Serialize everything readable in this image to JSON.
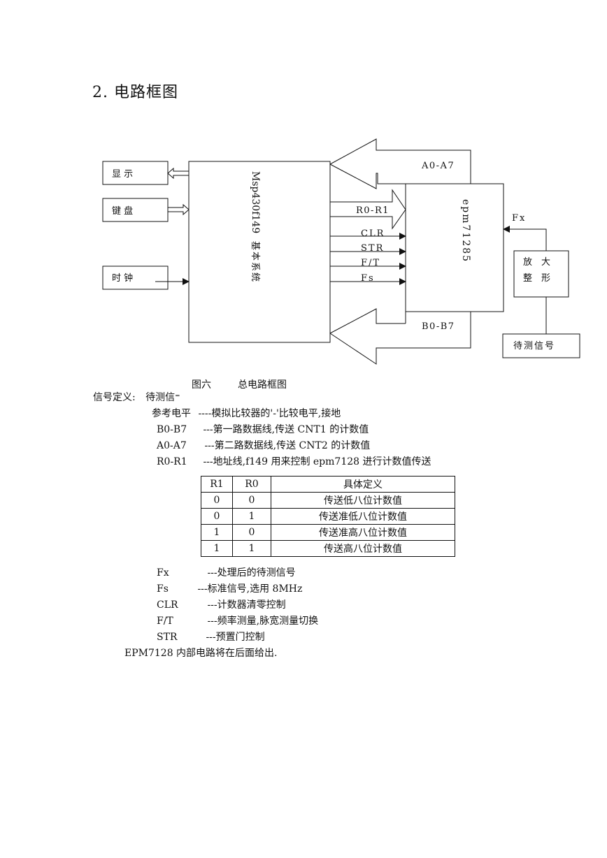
{
  "title": "2. 电路框图",
  "diagram": {
    "display": "显 示",
    "keyboard": "键 盘",
    "clock": "时 钟",
    "msp_label": "Msp430f149",
    "msp_sub": "基本系统",
    "epm_label": "epm71285",
    "a_bus": "A0-A7",
    "b_bus": "B0-B7",
    "r_bus": "R0-R1",
    "clr": "CLR",
    "str": "STR",
    "ft": "F/T",
    "fs": "Fs",
    "fx": "Fx",
    "amp_line1": "放　大",
    "amp_line2": "整　形",
    "signal": "待测信号"
  },
  "caption": {
    "figure": "图六",
    "name": "总电路框图"
  },
  "definitions": {
    "header": "信号定义:",
    "header_item": "待测信⁼",
    "items": [
      {
        "key": "参考电平",
        "desc": "----模拟比较器的'-'比较电平,接地"
      },
      {
        "key": "B0-B7",
        "desc": "---第一路数据线,传送 CNT1 的计数值"
      },
      {
        "key": "A0-A7",
        "desc": "---第二路数据线,传送 CNT2 的计数值"
      },
      {
        "key": "R0-R1",
        "desc": "---地址线,f149 用来控制 epm7128 进行计数值传送"
      }
    ]
  },
  "table": {
    "headers": [
      "R1",
      "R0",
      "具体定义"
    ],
    "rows": [
      [
        "0",
        "0",
        "传送低八位计数值"
      ],
      [
        "0",
        "1",
        "传送准低八位计数值"
      ],
      [
        "1",
        "0",
        "传送准高八位计数值"
      ],
      [
        "1",
        "1",
        "传送高八位计数值"
      ]
    ]
  },
  "signals": [
    {
      "key": "Fx",
      "desc": "---处理后的待测信号"
    },
    {
      "key": "Fs",
      "desc": "---标准信号,选用 8MHz"
    },
    {
      "key": "CLR",
      "desc": "---计数器清零控制"
    },
    {
      "key": "F/T",
      "desc": "---频率测量,脉宽测量切换"
    },
    {
      "key": "STR",
      "desc": "---预置门控制"
    }
  ],
  "footer": "EPM7128 内部电路将在后面给出."
}
